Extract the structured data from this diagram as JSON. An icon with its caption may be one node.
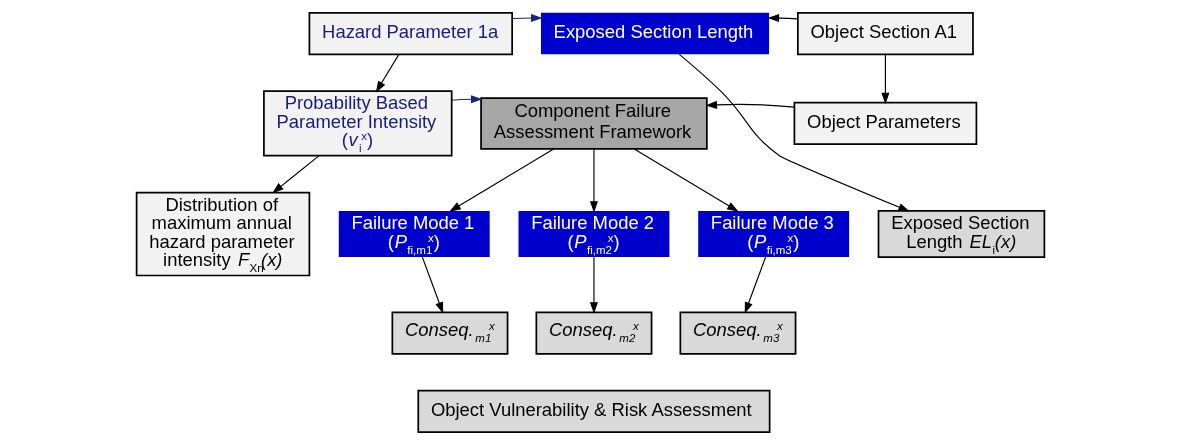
{
  "diagram": {
    "nodes": [
      {
        "text": [
          "Hazard Parameter 1a"
        ]
      },
      {
        "text": [
          "Exposed Section Length"
        ]
      },
      {
        "text": [
          "Object Section A1"
        ]
      },
      {
        "text": [
          "Probability Based Parameter Intensity (*v*$_{i}$$^{x}$)"
        ]
      },
      {
        "text": [
          "Component Failure Assessment Framework"
        ]
      },
      {
        "text": [
          "Object Parameters"
        ]
      },
      {
        "text": [
          "Distribution of maximum annual hazard parameter intensity *F*$_{Xn}$*(x)*"
        ]
      },
      {
        "text": [
          "Failure Mode 1 (*P*$_{fi,m1}$$^{x}$)"
        ]
      },
      {
        "text": [
          "Failure Mode 2 (*P*$_{fi,m2}$$^{x}$)"
        ]
      },
      {
        "text": [
          "Failure Mode 3 (*P*$_{fi,m3}$$^{x}$)"
        ]
      },
      {
        "text": [
          "Exposed Section Length *EL*$_{i}$*(x)*"
        ]
      },
      {
        "text": [
          "Conseq.$_{m1}$$^{x}$"
        ]
      },
      {
        "text": [
          "Conseq.$_{m2}$$^{x}$"
        ]
      },
      {
        "text": [
          "Conseq.$_{m3}$$^{x}$"
        ]
      },
      {
        "text": [
          "Object Vulnerability & Risk Assessment"
        ]
      }
    ],
    "edges": [
      {
        "from": 0,
        "to": 1,
        "arrow": "to",
        "color": "#1a237e"
      },
      {
        "from": 2,
        "to": 1,
        "arrow": "to"
      },
      {
        "from": 0,
        "to": 3,
        "arrow": "to"
      },
      {
        "from": 3,
        "to": 4,
        "arrow": "to",
        "color": "#1a237e"
      },
      {
        "from": 2,
        "to": 5,
        "arrow": "to"
      },
      {
        "from": 5,
        "to": 4,
        "arrow": "to"
      },
      {
        "from": 3,
        "to": 6,
        "arrow": "to"
      },
      {
        "from": 4,
        "to": 7,
        "arrow": "to"
      },
      {
        "from": 4,
        "to": 8,
        "arrow": "to"
      },
      {
        "from": 4,
        "to": 9,
        "arrow": "to"
      },
      {
        "from": 7,
        "to": 11,
        "arrow": "to"
      },
      {
        "from": 8,
        "to": 12,
        "arrow": "to"
      },
      {
        "from": 9,
        "to": 13,
        "arrow": "to"
      },
      {
        "from": 1,
        "to": 10,
        "arrow": "to"
      }
    ]
  }
}
